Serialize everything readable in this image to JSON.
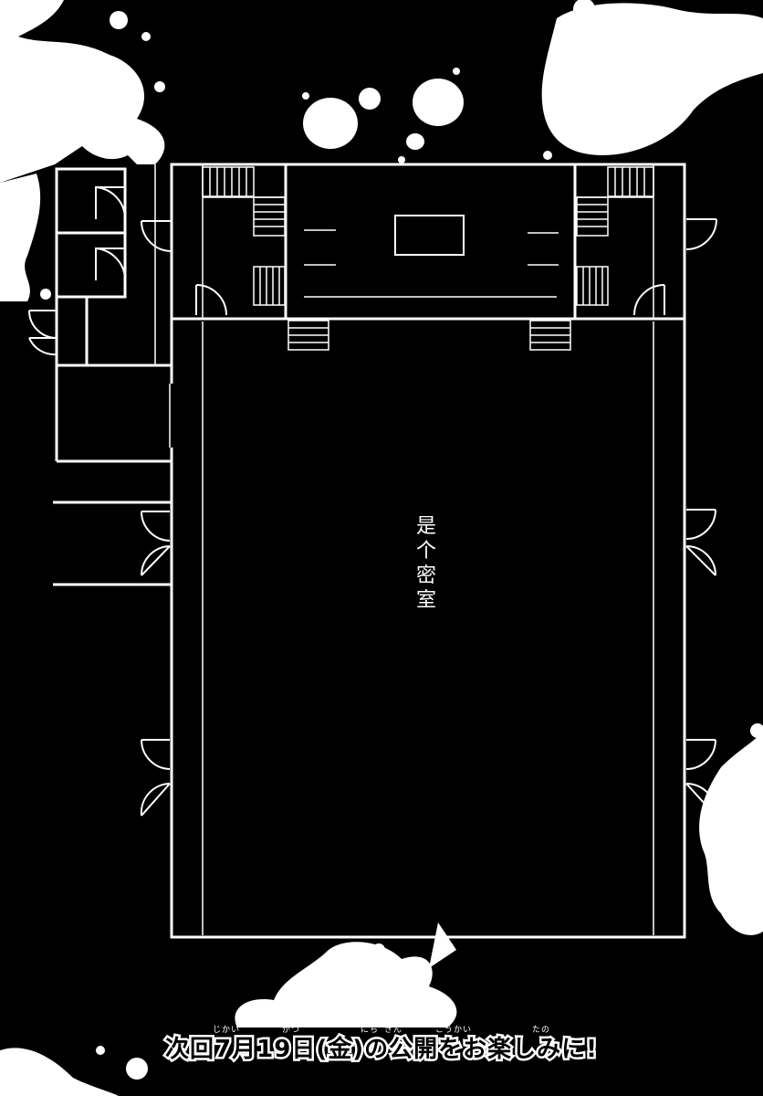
{
  "floorplan": {
    "label_chars": [
      "是",
      "个",
      "密",
      "室"
    ]
  },
  "footer": {
    "ruby": [
      "じかい",
      "がつ",
      "にち",
      "きん",
      "こうかい",
      "たの"
    ],
    "announcement": "次回7月19日(金)の公開をお楽しみに!"
  },
  "colors": {
    "background": "#000000",
    "lines": "#ffffff",
    "splatter": "#ffffff"
  }
}
